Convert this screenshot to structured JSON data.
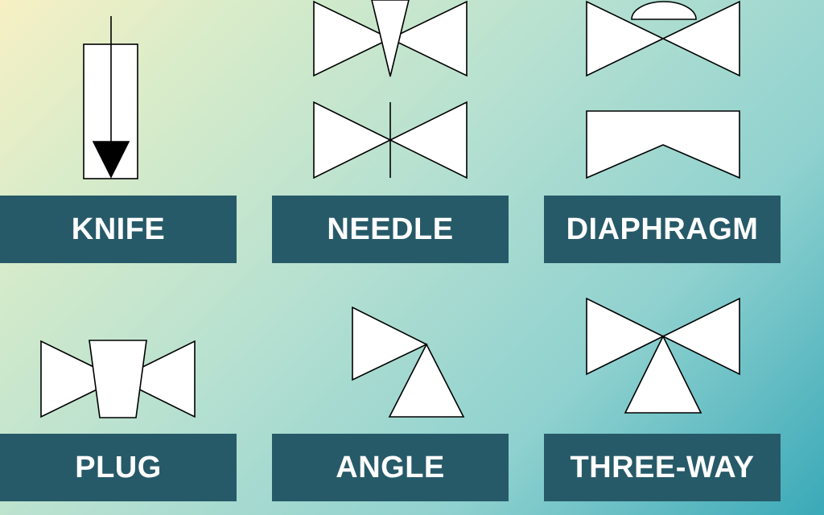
{
  "valves": [
    {
      "name": "knife",
      "label": "KNIFE"
    },
    {
      "name": "needle",
      "label": "NEEDLE"
    },
    {
      "name": "diaphragm",
      "label": "DIAPHRAGM"
    },
    {
      "name": "plug",
      "label": "PLUG"
    },
    {
      "name": "angle",
      "label": "ANGLE"
    },
    {
      "name": "three-way",
      "label": "THREE-WAY"
    }
  ],
  "colors": {
    "label_background": "#275a68",
    "label_text": "#ffffff",
    "symbol_fill": "#ffffff",
    "symbol_stroke": "#000000"
  }
}
